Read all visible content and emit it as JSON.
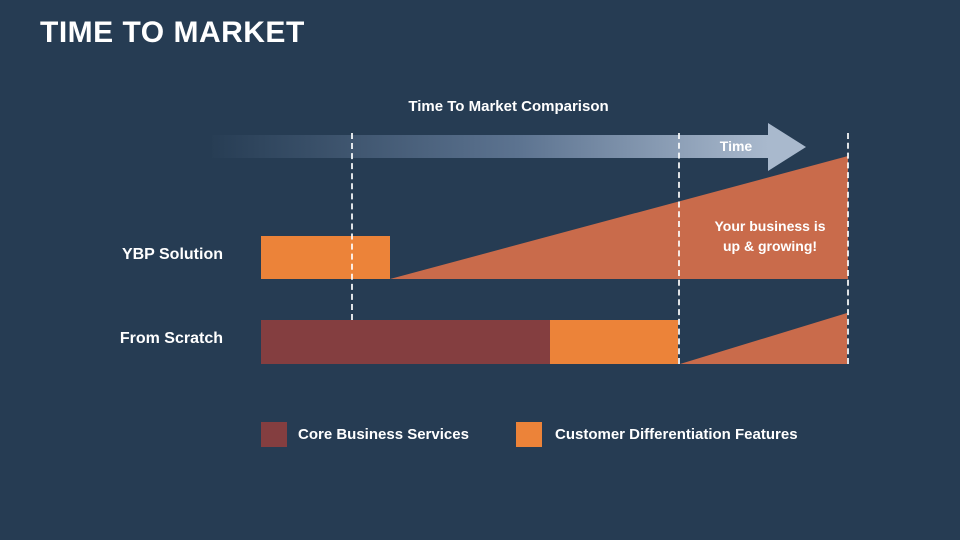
{
  "slide": {
    "title": "TIME TO MARKET"
  },
  "diagram": {
    "heading": "Time To Market Comparison",
    "time_label": "Time",
    "rows": [
      {
        "label": "YBP Solution",
        "segments": [
          {
            "type": "customer-differentiation-features",
            "color": "#ec8339"
          }
        ],
        "growth_triangle": true
      },
      {
        "label": "From Scratch",
        "segments": [
          {
            "type": "core-business-services",
            "color": "#843e40"
          },
          {
            "type": "customer-differentiation-features",
            "color": "#ec8339"
          }
        ],
        "growth_triangle": true
      }
    ],
    "annotation": {
      "line1": "Your business is",
      "line2": "up & growing!"
    }
  },
  "legend": [
    {
      "label": "Core Business Services",
      "color": "#843e40"
    },
    {
      "label": "Customer Differentiation Features",
      "color": "#ec8339"
    }
  ],
  "colors": {
    "background": "#263c53",
    "orange": "#ec8339",
    "terracotta": "#c96b4b",
    "dark_red": "#843e40",
    "arrow_light": "#a9b9cd",
    "text": "#ffffff"
  }
}
